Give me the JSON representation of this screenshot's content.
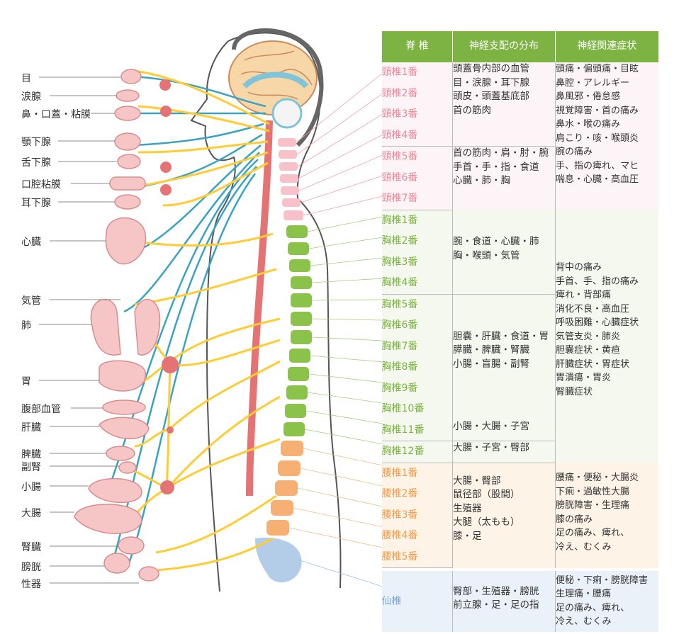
{
  "header": {
    "col1": "脊 椎",
    "col2": "神経支配の分布",
    "col3": "神経関連症状"
  },
  "organs": [
    "目",
    "涙腺",
    "鼻・口蓋・粘膜",
    "顎下腺",
    "舌下腺",
    "口腔粘膜",
    "耳下腺",
    "心臓",
    "気管",
    "肺",
    "胃",
    "腹部血管",
    "肝臓",
    "脾臓",
    "副腎",
    "小腸",
    "大腸",
    "腎臓",
    "膀胱",
    "性器"
  ],
  "vertebrae": {
    "cervical": [
      "頸椎1番",
      "頸椎2番",
      "頸椎3番",
      "頸椎4番",
      "頸椎5番",
      "頸椎6番",
      "頸椎7番"
    ],
    "thoracic": [
      "胸椎1番",
      "胸椎2番",
      "胸椎3番",
      "胸椎4番",
      "胸椎5番",
      "胸椎6番",
      "胸椎7番",
      "胸椎8番",
      "胸椎9番",
      "胸椎10番",
      "胸椎11番",
      "胸椎12番"
    ],
    "lumbar": [
      "腰椎1番",
      "腰椎2番",
      "腰椎3番",
      "腰椎4番",
      "腰椎5番"
    ],
    "sacral": "仙椎"
  },
  "distribution": {
    "c1_4": [
      "頭蓋骨内部の血管",
      "目・涙腺・耳下腺",
      "頭皮・頭蓋基底部",
      "首の筋肉"
    ],
    "c5_7": [
      "首の筋肉・肩・肘・腕",
      "手首・手・指・食道",
      "心臓・肺・胸"
    ],
    "t1_4": [
      "腕・食道・心臓・肺",
      "胸・喉頭・気管"
    ],
    "t5_10": [
      "胆嚢・肝臓・食道・胃",
      "膵臓・脾臓・腎臓",
      "小腸・盲腸・副腎"
    ],
    "t11": [
      "小腸・大腸・子宮"
    ],
    "t12": [
      "大腸・子宮・臀部"
    ],
    "lumbar": [
      "大腸・臀部",
      "鼠径部（股間）",
      "生殖器",
      "大腿（太もも）",
      "膝・足"
    ],
    "sacral": [
      "臀部・生殖器・膀胱",
      "前立腺・足・足の指"
    ]
  },
  "symptoms": {
    "cervical": [
      "頭痛・偏頭痛・目眩",
      "鼻腔・アレルギー",
      "鼻風邪・倦怠感",
      "視覚障害・首の痛み",
      "鼻水・喉の痛み",
      "肩こり・咳・喉頭炎",
      "腕の痛み",
      "手、指の痺れ、マヒ",
      "喘息・心臓・高血圧"
    ],
    "thoracic": [
      "背中の痛み",
      "手首、手、指の痛み",
      "痺れ・背部痛",
      "消化不良・高血圧",
      "呼吸困難・心臓症状",
      "気管支炎・肺炎",
      "胆嚢症状・黄疸",
      "肝臓症状・胃症状",
      "胃潰瘍・胃炎",
      "腎臓症状"
    ],
    "lumbar": [
      "腰痛・便秘・大腸炎",
      "下痢・過敏性大腸",
      "膀胱障害・生理痛",
      "膝の痛み",
      "足の痛み、痺れ、",
      "冷え、むくみ"
    ],
    "sacral": [
      "便秘・下痢・膀胱障害",
      "生理痛・腰痛",
      "足の痛み、痺れ、",
      "冷え、むくみ"
    ]
  },
  "colors": {
    "header_green": "#7cb342",
    "cervical": "#ea8a9c",
    "thoracic": "#7cb342",
    "lumbar": "#ee9e4e",
    "sacral": "#7aa6d8",
    "nerve_yellow": "#ffcc33",
    "nerve_blue": "#3aa3c2",
    "organ_pink": "#f6c6c6"
  }
}
